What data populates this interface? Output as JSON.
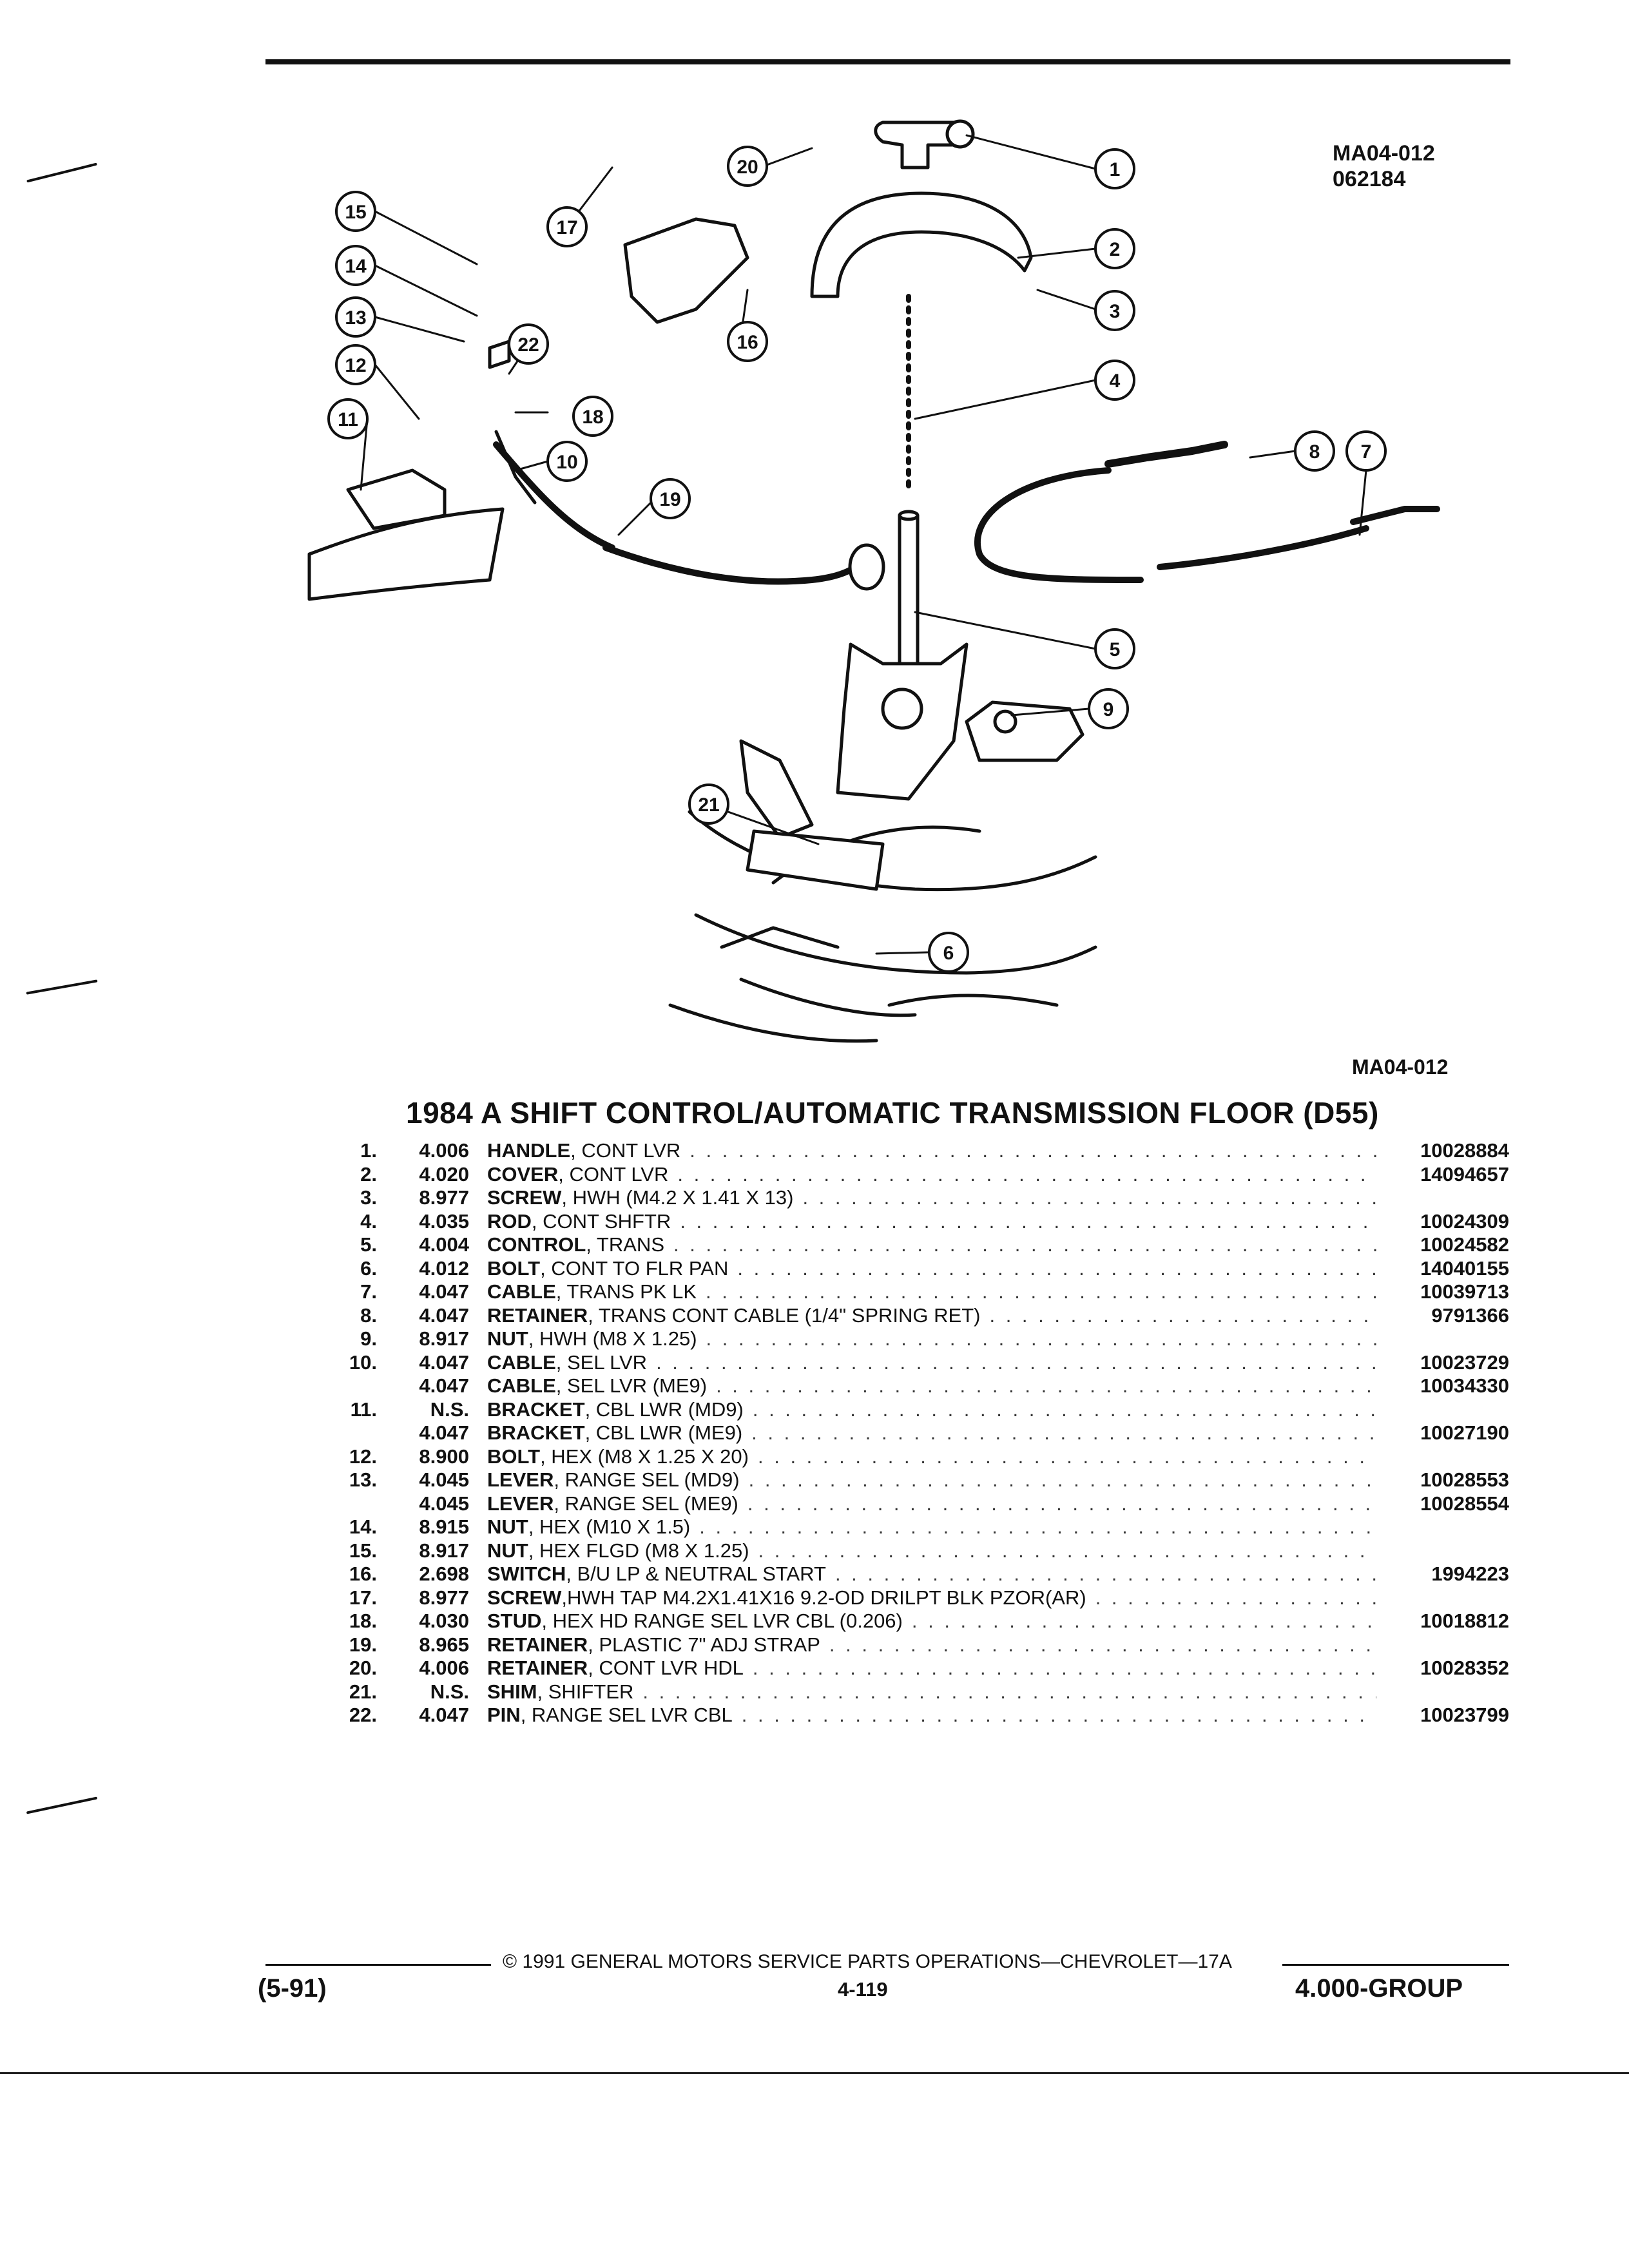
{
  "figure": {
    "id": "MA04-012",
    "date": "062184",
    "caption": "MA04-012",
    "callouts": [
      "1",
      "2",
      "3",
      "4",
      "5",
      "6",
      "7",
      "8",
      "9",
      "10",
      "11",
      "12",
      "13",
      "14",
      "15",
      "16",
      "17",
      "18",
      "19",
      "20",
      "21",
      "22"
    ]
  },
  "title": "1984 A SHIFT CONTROL/AUTOMATIC TRANSMISSION FLOOR (D55)",
  "parts": [
    {
      "idx": "1.",
      "group": "4.006",
      "name": "HANDLE",
      "detail": ", CONT LVR",
      "pn": "10028884"
    },
    {
      "idx": "2.",
      "group": "4.020",
      "name": "COVER",
      "detail": ", CONT LVR",
      "pn": "14094657"
    },
    {
      "idx": "3.",
      "group": "8.977",
      "name": "SCREW",
      "detail": ", HWH (M4.2 X 1.41 X 13)",
      "pn": ""
    },
    {
      "idx": "4.",
      "group": "4.035",
      "name": "ROD",
      "detail": ", CONT SHFTR",
      "pn": "10024309"
    },
    {
      "idx": "5.",
      "group": "4.004",
      "name": "CONTROL",
      "detail": ", TRANS",
      "pn": "10024582"
    },
    {
      "idx": "6.",
      "group": "4.012",
      "name": "BOLT",
      "detail": ", CONT TO FLR PAN",
      "pn": "14040155"
    },
    {
      "idx": "7.",
      "group": "4.047",
      "name": "CABLE",
      "detail": ", TRANS PK LK",
      "pn": "10039713"
    },
    {
      "idx": "8.",
      "group": "4.047",
      "name": "RETAINER",
      "detail": ", TRANS CONT CABLE (1/4\" SPRING RET)",
      "pn": "9791366"
    },
    {
      "idx": "9.",
      "group": "8.917",
      "name": "NUT",
      "detail": ", HWH (M8 X 1.25)",
      "pn": ""
    },
    {
      "idx": "10.",
      "group": "4.047",
      "name": "CABLE",
      "detail": ", SEL LVR",
      "pn": "10023729"
    },
    {
      "idx": "",
      "group": "4.047",
      "name": "CABLE",
      "detail": ", SEL LVR (ME9)",
      "pn": "10034330"
    },
    {
      "idx": "11.",
      "group": "N.S.",
      "name": "BRACKET",
      "detail": ", CBL LWR (MD9)",
      "pn": ""
    },
    {
      "idx": "",
      "group": "4.047",
      "name": "BRACKET",
      "detail": ", CBL LWR (ME9)",
      "pn": "10027190"
    },
    {
      "idx": "12.",
      "group": "8.900",
      "name": "BOLT",
      "detail": ", HEX (M8 X 1.25 X 20)",
      "pn": ""
    },
    {
      "idx": "13.",
      "group": "4.045",
      "name": "LEVER",
      "detail": ", RANGE SEL (MD9)",
      "pn": "10028553"
    },
    {
      "idx": "",
      "group": "4.045",
      "name": "LEVER",
      "detail": ", RANGE SEL (ME9)",
      "pn": "10028554"
    },
    {
      "idx": "14.",
      "group": "8.915",
      "name": "NUT",
      "detail": ", HEX (M10 X 1.5)",
      "pn": ""
    },
    {
      "idx": "15.",
      "group": "8.917",
      "name": "NUT",
      "detail": ", HEX FLGD (M8 X 1.25)",
      "pn": ""
    },
    {
      "idx": "16.",
      "group": "2.698",
      "name": "SWITCH",
      "detail": ", B/U LP & NEUTRAL START",
      "pn": "1994223"
    },
    {
      "idx": "17.",
      "group": "8.977",
      "name": "SCREW",
      "detail": ",HWH TAP M4.2X1.41X16 9.2-OD DRILPT BLK PZOR(AR)",
      "pn": ""
    },
    {
      "idx": "18.",
      "group": "4.030",
      "name": "STUD",
      "detail": ", HEX HD RANGE SEL LVR CBL (0.206)",
      "pn": "10018812"
    },
    {
      "idx": "19.",
      "group": "8.965",
      "name": "RETAINER",
      "detail": ", PLASTIC 7\" ADJ STRAP",
      "pn": ""
    },
    {
      "idx": "20.",
      "group": "4.006",
      "name": "RETAINER",
      "detail": ", CONT LVR HDL",
      "pn": "10028352"
    },
    {
      "idx": "21.",
      "group": "N.S.",
      "name": "SHIM",
      "detail": ", SHIFTER",
      "pn": ""
    },
    {
      "idx": "22.",
      "group": "4.047",
      "name": "PIN",
      "detail": ", RANGE SEL LVR CBL",
      "pn": "10023799"
    }
  ],
  "footer": {
    "copyright": "© 1991 GENERAL MOTORS SERVICE PARTS OPERATIONS—CHEVROLET—17A",
    "revision": "(5-91)",
    "page": "4-119",
    "group": "4.000-GROUP"
  }
}
